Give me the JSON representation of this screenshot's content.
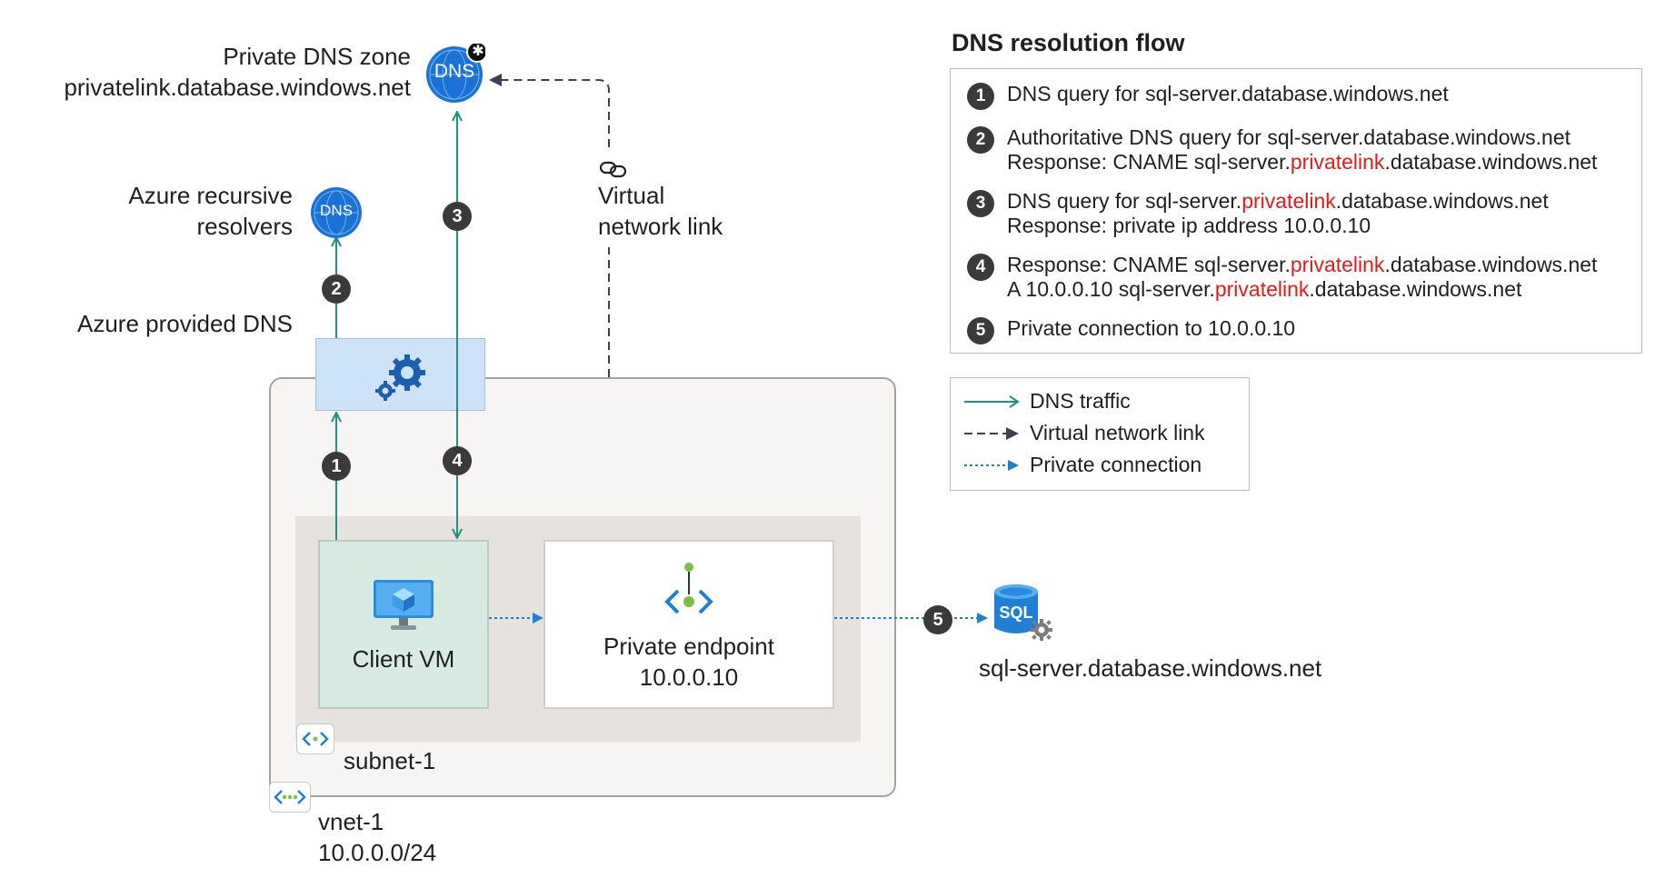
{
  "private_dns_zone": {
    "line1": "Private DNS zone",
    "line2": "privatelink.database.windows.net",
    "icon_text": "DNS"
  },
  "recursive": {
    "line1": "Azure recursive",
    "line2": "resolvers",
    "icon_text": "DNS"
  },
  "azure_provided_dns": "Azure provided DNS",
  "vnet_link": {
    "line1": "Virtual",
    "line2": "network link"
  },
  "client_vm": "Client VM",
  "private_endpoint": {
    "line1": "Private endpoint",
    "line2": "10.0.0.10"
  },
  "subnet": "subnet-1",
  "vnet": {
    "line1": "vnet-1",
    "line2": "10.0.0.0/24"
  },
  "sql_server": {
    "label": "sql-server.database.windows.net",
    "icon_text": "SQL"
  },
  "badges": [
    "1",
    "2",
    "3",
    "4",
    "5"
  ],
  "flow": {
    "title": "DNS resolution flow",
    "steps": [
      {
        "num": "1",
        "l1a": "DNS query for sql-server.database.windows.net"
      },
      {
        "num": "2",
        "l1a": "Authoritative DNS query for sql-server.database.windows.net",
        "l2a": "Response: CNAME sql-server.",
        "l2h": "privatelink",
        "l2b": ".database.windows.net"
      },
      {
        "num": "3",
        "l1a": "DNS query for sql-server.",
        "l1h": "privatelink",
        "l1b": ".database.windows.net",
        "l2a": "Response: private ip address 10.0.0.10"
      },
      {
        "num": "4",
        "l1a": "Response: CNAME sql-server.",
        "l1h": "privatelink",
        "l1b": ".database.windows.net",
        "l2a": "A 10.0.0.10 sql-server.",
        "l2h": "privatelink",
        "l2b": ".database.windows.net"
      },
      {
        "num": "5",
        "l1a": "Private connection to 10.0.0.10"
      }
    ]
  },
  "legend": {
    "dns_traffic": "DNS traffic",
    "vnet_link": "Virtual network link",
    "private_connection": "Private connection"
  },
  "colors": {
    "dns_traffic": "#1a9383",
    "vnet_link": "#3b4150",
    "private_connection": "#1f7fd4",
    "highlight": "#e11b1b",
    "badge": "#3a3a3a"
  }
}
